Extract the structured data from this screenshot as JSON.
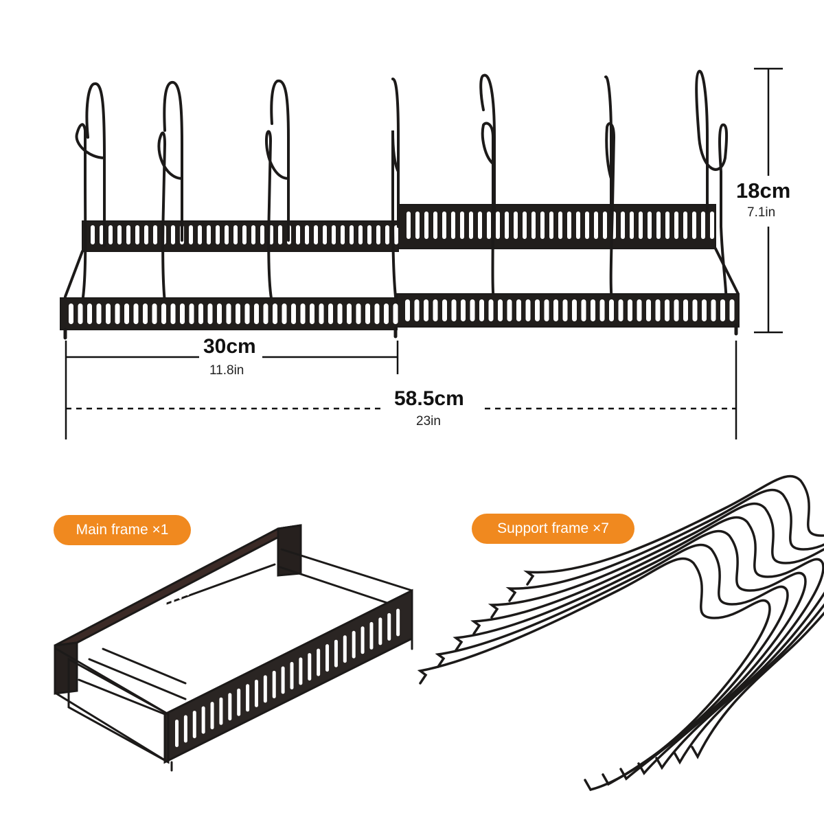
{
  "dimensions": {
    "height_main": "18cm",
    "height_sub": "7.1in",
    "module_width_main": "30cm",
    "module_width_sub": "11.8in",
    "total_width_main": "58.5cm",
    "total_width_sub": "23in"
  },
  "parts": {
    "main_frame_label": "Main frame ×1",
    "support_frame_label": "Support frame ×7"
  },
  "colors": {
    "metal": "#1c1a19",
    "pill": "#f0891f",
    "dim_line": "#111111"
  }
}
